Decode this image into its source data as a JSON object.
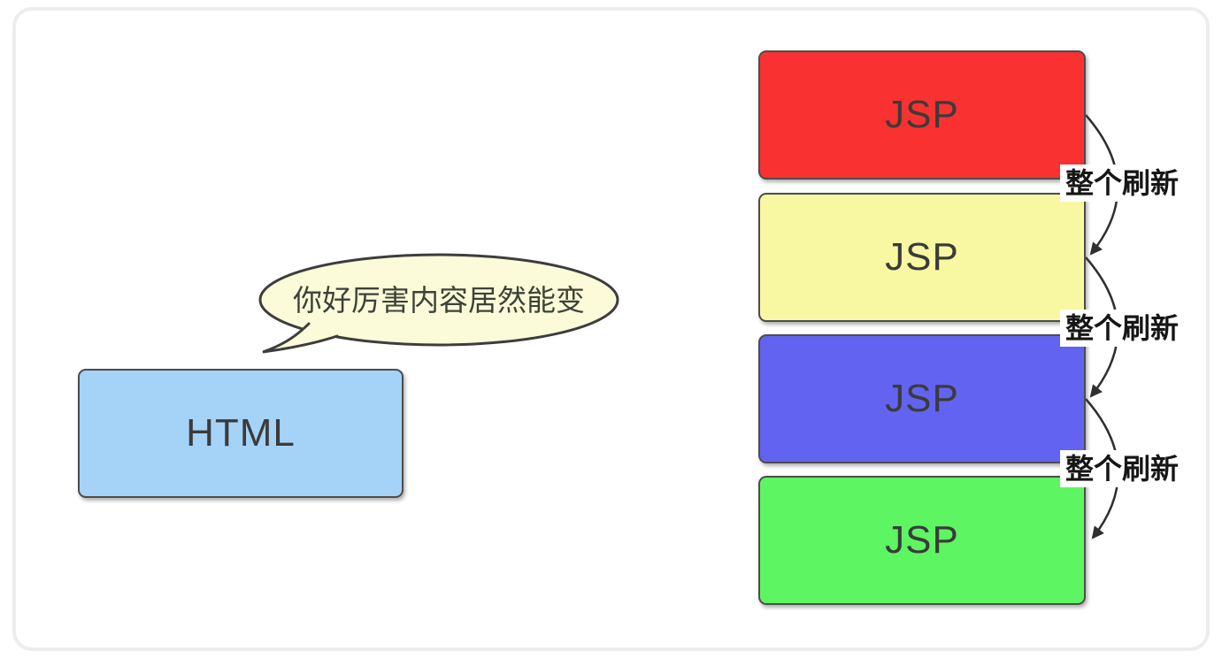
{
  "diagram": {
    "html_box": {
      "label": "HTML",
      "fill": "#a5d3f8"
    },
    "bubble": {
      "text": "你好厉害内容居然能变",
      "fill": "#fbfbd9",
      "border_color": "#3d3d3d"
    },
    "jsp_boxes": [
      {
        "label": "JSP",
        "fill": "#fa3131"
      },
      {
        "label": "JSP",
        "fill": "#f8f8a2"
      },
      {
        "label": "JSP",
        "fill": "#6363f2"
      },
      {
        "label": "JSP",
        "fill": "#5ef562"
      }
    ],
    "refresh_labels": [
      {
        "text": "整个刷新"
      },
      {
        "text": "整个刷新"
      },
      {
        "text": "整个刷新"
      }
    ],
    "connector": {
      "color": "#2f2f2f",
      "count": 3
    },
    "colors": {
      "box_border": "#4d4d4d",
      "box_text": "#3b3b3b",
      "frame_border": "#ededed",
      "label_text": "#161616",
      "background": "#ffffff"
    }
  }
}
